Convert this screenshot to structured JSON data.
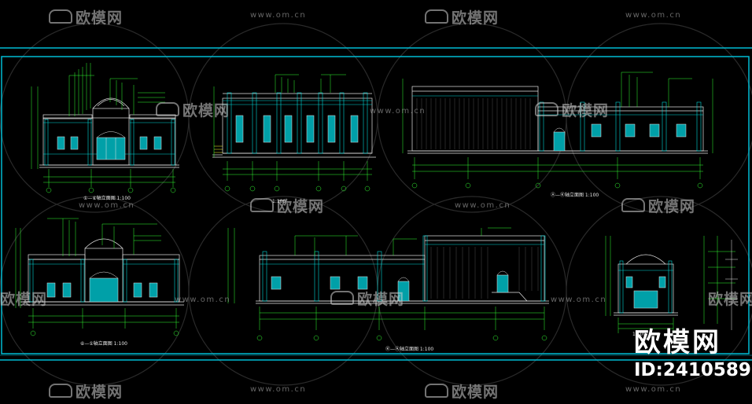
{
  "watermark": {
    "site_name": "欧模网",
    "site_url": "www.om.cn"
  },
  "brand": {
    "name": "欧模网",
    "id_label": "ID:2410589"
  },
  "drawing_captions": {
    "elevation_1": "①—⑥轴立面图  1:100",
    "elevation_2": "⑥—①轴立面图  1:100",
    "elevation_3": "Ⓐ—Ⓚ轴立面图  1:100",
    "elevation_4": "Ⓚ—Ⓐ轴立面图  1:100",
    "scale_a": "1:100",
    "scale_b": "1:100"
  },
  "colors": {
    "background": "#000000",
    "frame": "#00bcd4",
    "line_primary": "#e6e6e6",
    "line_accent": "#00d8d8",
    "dimension": "#33ff33",
    "annotation": "#ffff33",
    "window_fill": "#00a0a8"
  }
}
